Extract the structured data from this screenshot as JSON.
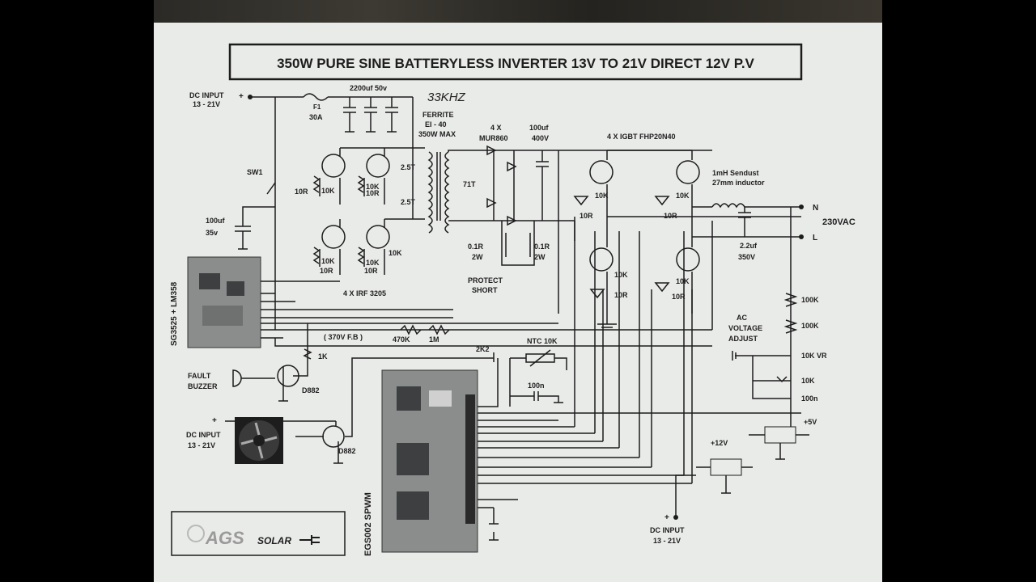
{
  "title": "350W PURE SINE BATTERYLESS INVERTER 13V TO 21V DIRECT 12V P.V",
  "handwritten_note": "33KHZ",
  "labels": {
    "dc_input_top": "DC INPUT",
    "dc_input_top_range": "13 - 21V",
    "fuse": "F1",
    "fuse_rating": "30A",
    "caps_2200": "2200uf 50v",
    "sw1": "SW1",
    "cap_100uf_35v_value": "100uf",
    "cap_100uf_35v_voltage": "35v",
    "ferrite": "FERRITE",
    "ferrite_core": "EI - 40",
    "ferrite_power": "350W MAX",
    "turns_a": "2.5T",
    "turns_b": "2.5T",
    "turns_sec": "71T",
    "diodes": "4 X",
    "diodes_part": "MUR860",
    "cap_100uf_400v_value": "100uf",
    "cap_100uf_400v_voltage": "400V",
    "igbt": "4 X IGBT FHP20N40",
    "inductor": "1mH Sendust",
    "inductor_size": "27mm inductor",
    "out_n": "N",
    "out_voltage": "230VAC",
    "out_l": "L",
    "cap_out_value": "2.2uf",
    "cap_out_voltage": "350V",
    "r_10r_a": "10R",
    "r_10k_a": "10K",
    "r_10r_b": "10R",
    "r_10k_b": "10K",
    "r_10k_c": "10K",
    "r_10k_d": "10K",
    "r_10r_c": "10R",
    "r_10k_e": "10K",
    "r_10r_d": "10R",
    "mosfets": "4 X IRF 3205",
    "shunt_l_value": "0.1R",
    "shunt_l_power": "2W",
    "shunt_r_value": "0.1R",
    "shunt_r_power": "2W",
    "protect": "PROTECT",
    "short": "SHORT",
    "fb": "( 370V F.B )",
    "r_470k": "470K",
    "r_1m": "1M",
    "r_2k2": "2K2",
    "ntc": "NTC 10K",
    "cap_100n_a": "100n",
    "r_1k": "1K",
    "fault": "FAULT",
    "buzzer": "BUZZER",
    "d882_a": "D882",
    "dc_input_mid": "DC INPUT",
    "dc_input_mid_range": "13 - 21V",
    "d882_b": "D882",
    "sg_board": "SG3525 + LM358",
    "egs_board": "EGS002 SPWM",
    "ig_10k_1": "10K",
    "ig_10r_1": "10R",
    "ig_10k_2": "10K",
    "ig_10r_2": "10R",
    "ig_10k_3": "10K",
    "ig_10r_3": "10R",
    "ig_10k_4": "10K",
    "ig_10r_4": "10R",
    "r_100k_a": "100K",
    "r_100k_b": "100K",
    "ac_adj_1": "AC",
    "ac_adj_2": "VOLTAGE",
    "ac_adj_3": "ADJUST",
    "vr_10k": "10K VR",
    "r_10k_adj": "10K",
    "cap_100n_b": "100n",
    "plus5v": "+5V",
    "plus12v": "+12V",
    "dc_input_bottom": "DC INPUT",
    "dc_input_bottom_range": "13 - 21V",
    "logo_text": "AGS",
    "logo_sub": "SOLAR"
  }
}
